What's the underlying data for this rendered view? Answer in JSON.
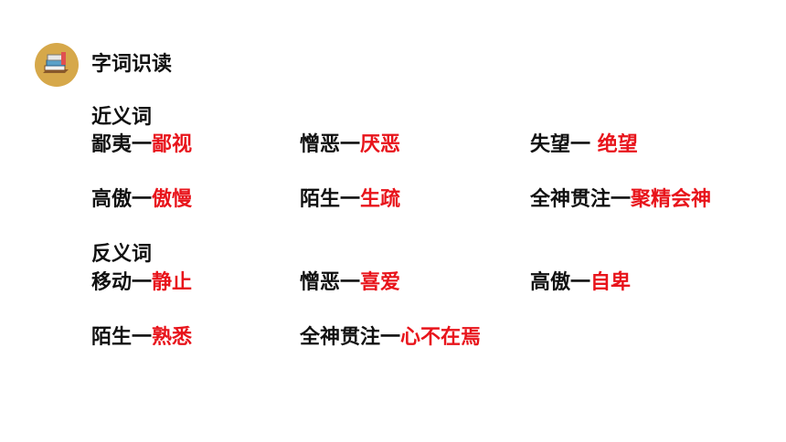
{
  "header": {
    "title": "字词识读"
  },
  "colors": {
    "answer": "#e8141b",
    "text": "#111111",
    "icon_bg": "#d6a84a"
  },
  "synonyms": {
    "label": "近义词",
    "rows": [
      [
        {
          "word": "鄙夷",
          "dash": "一",
          "answer": "鄙视"
        },
        {
          "word": "憎恶",
          "dash": "一",
          "answer": "厌恶"
        },
        {
          "word": "失望",
          "dash": "一 ",
          "answer": "绝望"
        }
      ],
      [
        {
          "word": "高傲",
          "dash": "一",
          "answer": "傲慢"
        },
        {
          "word": "陌生",
          "dash": "一",
          "answer": "生疏"
        },
        {
          "word": "全神贯注",
          "dash": "一",
          "answer": "聚精会神"
        }
      ]
    ]
  },
  "antonyms": {
    "label": "反义词",
    "rows": [
      [
        {
          "word": "移动",
          "dash": "一",
          "answer": "静止"
        },
        {
          "word": "憎恶",
          "dash": "一",
          "answer": "喜爱"
        },
        {
          "word": "高傲",
          "dash": "一",
          "answer": "自卑"
        }
      ],
      [
        {
          "word": "陌生",
          "dash": "一",
          "answer": "熟悉"
        },
        {
          "word": "全神贯注",
          "dash": "一",
          "answer": "心不在焉"
        }
      ]
    ]
  }
}
